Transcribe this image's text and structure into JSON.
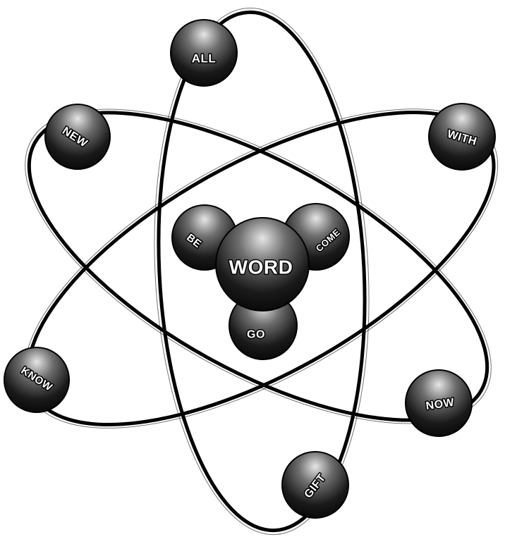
{
  "nucleus": {
    "center": "WORD",
    "left": "BE",
    "right": "COME",
    "bottom": "GO"
  },
  "electrons": {
    "top": "ALL",
    "upper_left": "NEW",
    "upper_right": "WITH",
    "lower_left": "KNOW",
    "lower_right": "NOW",
    "bottom": "GIFT"
  },
  "colors": {
    "sphere_highlight": "#e6e6e6",
    "sphere_mid": "#6e6e6e",
    "sphere_shadow": "#0a0a0a",
    "orbit": "#000000",
    "background": "#ffffff"
  }
}
